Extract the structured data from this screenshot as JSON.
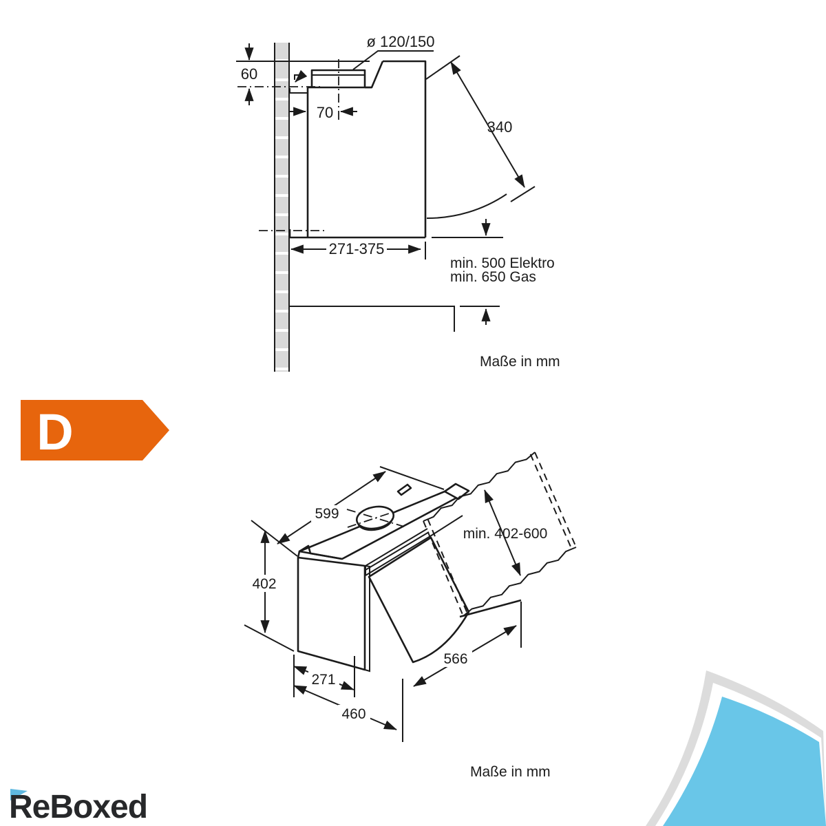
{
  "diagram_top": {
    "caption": "Maße in mm",
    "duct_diameter": "ø 120/150",
    "dim_top_offset": "60",
    "dim_duct_offset": "70",
    "dim_visor": "340",
    "dim_depth_range": "271-375",
    "min_electric": "min. 500 Elektro",
    "min_gas": "min. 650 Gas"
  },
  "diagram_iso": {
    "caption": "Maße in mm",
    "dim_width": "599",
    "dim_door_panel": "min. 402-600",
    "dim_height": "402",
    "dim_front_depth": "271",
    "dim_total_depth": "460",
    "dim_side_depth": "566"
  },
  "energy_label": {
    "rating": "D",
    "color": "#e7650d",
    "letter_color": "#ffffff"
  },
  "brand": {
    "name": "ReBoxed",
    "text_color": "#27282a",
    "accent_color": "#5fb8e0"
  },
  "page_curl": {
    "blue": "#69c6e8",
    "gray": "#dcdcdc"
  },
  "drawing": {
    "line_color": "#1b1b1b",
    "tile_color": "#d9d9d9"
  }
}
